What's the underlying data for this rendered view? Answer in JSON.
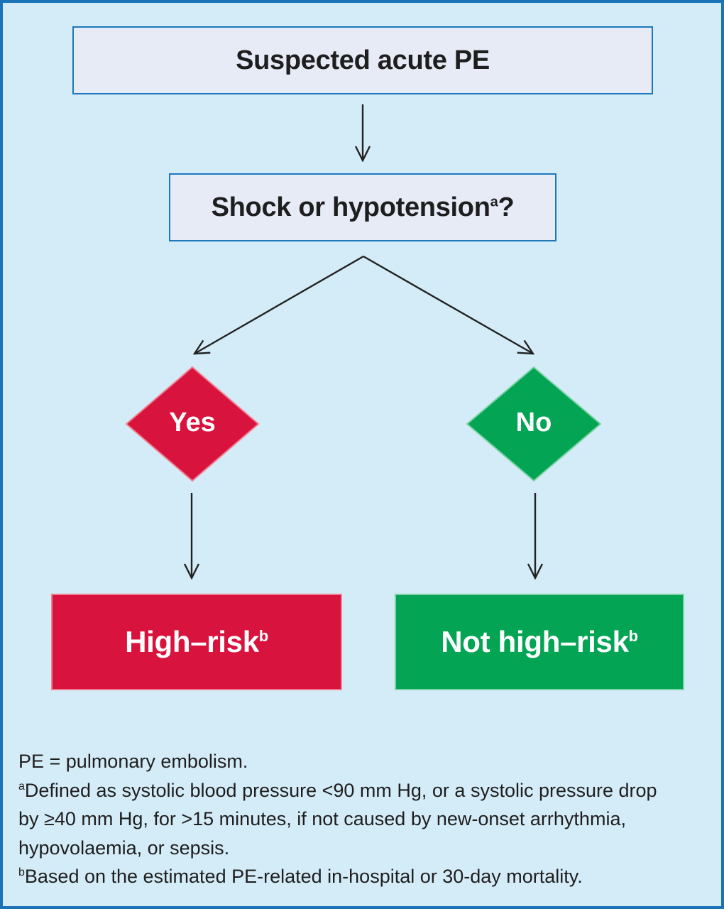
{
  "flowchart": {
    "start": {
      "text": "Suspected acute PE"
    },
    "question": {
      "text": "Shock or hypotension",
      "marker": "a",
      "suffix": "?"
    },
    "yes": {
      "label": "Yes",
      "color": "#d8133e"
    },
    "no": {
      "label": "No",
      "color": "#03a453"
    },
    "high_risk": {
      "text": "High–risk",
      "marker": "b",
      "color": "#d8133e"
    },
    "not_high_risk": {
      "text": "Not high–risk",
      "marker": "b",
      "color": "#03a453"
    }
  },
  "footnotes": {
    "abbrev": "PE = pulmonary embolism.",
    "a_marker": "a",
    "a_line1": "Defined as systolic blood pressure <90 mm Hg, or a systolic pressure drop",
    "a_line2": "by ≥40 mm Hg, for >15 minutes, if not caused by new-onset arrhythmia,",
    "a_line3": "hypovolaemia, or sepsis.",
    "b_marker": "b",
    "b_line1": "Based on the estimated PE-related in-hospital or 30-day mortality."
  },
  "colors": {
    "background": "#d4ecf8",
    "frame_border": "#1a73b6",
    "box_fill": "#e6ebf6",
    "box_border": "#1d78bb",
    "arrow": "#222222"
  }
}
